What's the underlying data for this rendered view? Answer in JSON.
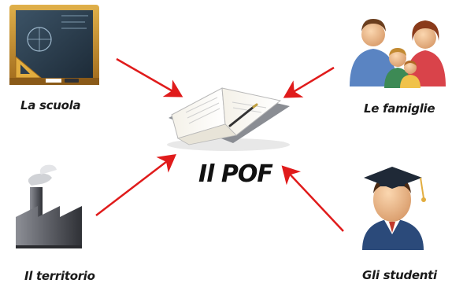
{
  "diagram": {
    "center": {
      "label": "Il POF",
      "icon": "open-book-icon"
    },
    "nodes": [
      {
        "id": "scuola",
        "label": "La scuola",
        "icon": "chalkboard-icon"
      },
      {
        "id": "famiglie",
        "label": "Le famiglie",
        "icon": "family-icon"
      },
      {
        "id": "territorio",
        "label": "Il territorio",
        "icon": "factory-icon"
      },
      {
        "id": "studenti",
        "label": "Gli studenti",
        "icon": "graduate-student-icon"
      }
    ],
    "edges": [
      {
        "from": "scuola",
        "to": "center"
      },
      {
        "from": "famiglie",
        "to": "center"
      },
      {
        "from": "territorio",
        "to": "center"
      },
      {
        "from": "studenti",
        "to": "center"
      }
    ],
    "colors": {
      "arrow": "#e01b1b",
      "board": "#2c3e50",
      "frame": "#c8912e",
      "factory": "#5d5f66"
    }
  }
}
